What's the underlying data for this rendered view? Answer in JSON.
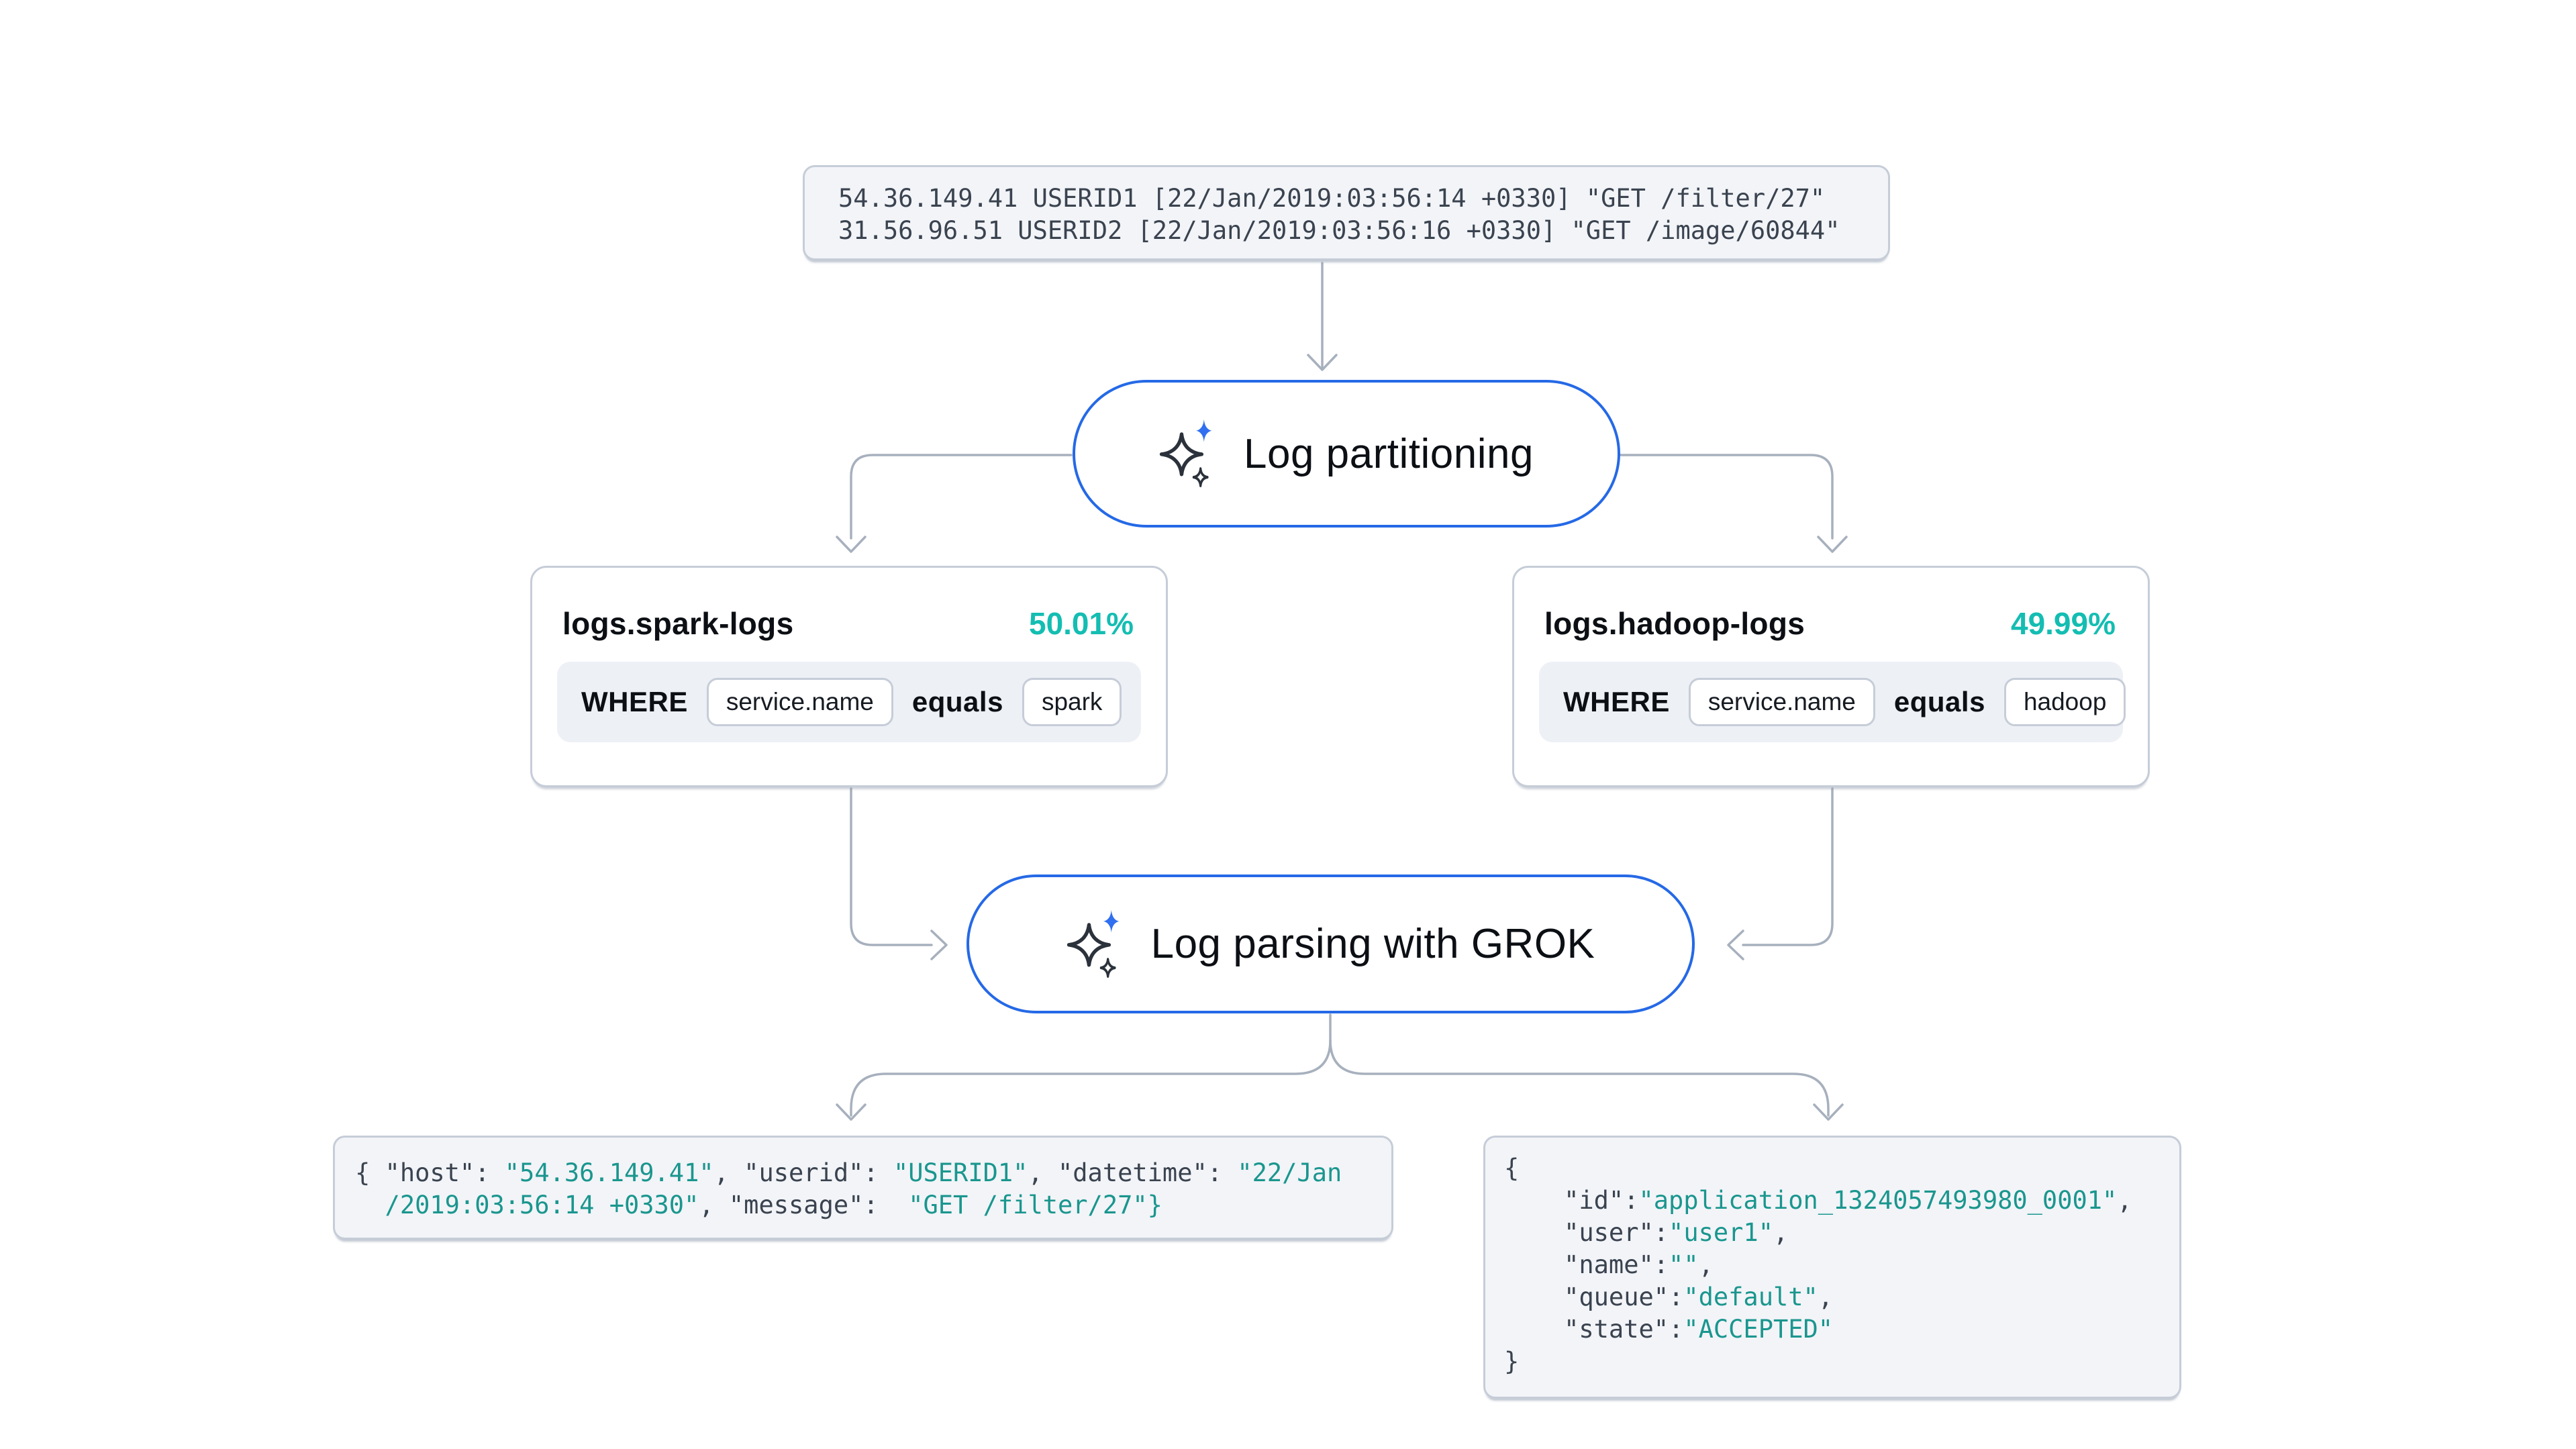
{
  "raw_log_box": {
    "line1": "54.36.149.41 USERID1 [22/Jan/2019:03:56:14 +0330] \"GET /filter/27\"",
    "line2": "31.56.96.51 USERID2 [22/Jan/2019:03:56:16 +0330] \"GET /image/60844\""
  },
  "partition_node": {
    "label": "Log partitioning",
    "icon": "sparkles-icon"
  },
  "grok_node": {
    "label": "Log parsing with GROK",
    "icon": "sparkles-icon"
  },
  "spark_dataset": {
    "title": "logs.spark-logs",
    "percent": "50.01%",
    "where": {
      "keyword": "WHERE",
      "field": "service.name",
      "operator": "equals",
      "value": "spark"
    }
  },
  "hadoop_dataset": {
    "title": "logs.hadoop-logs",
    "percent": "49.99%",
    "where": {
      "keyword": "WHERE",
      "field": "service.name",
      "operator": "equals",
      "value": "hadoop"
    }
  },
  "parsed_filter_doc": {
    "k1": "{ \"host\": ",
    "v1": "\"54.36.149.41\"",
    "k2": ", \"userid\": ",
    "v2": "\"USERID1\"",
    "k3": ", \"datetime\": ",
    "v3": "\"22/Jan",
    "v4": "  /2019:03:56:14 +0330\"",
    "k4": ", \"message\":  ",
    "v5": "\"GET /filter/27\"}"
  },
  "parsed_app_doc": {
    "open": "{",
    "id_key": "    \"id\":",
    "id_value": "\"application_1324057493980_0001\"",
    "id_comma": ",",
    "user_key": "    \"user\":",
    "user_value": "\"user1\"",
    "user_comma": ",",
    "name_key": "    \"name\":",
    "name_value": "\"\"",
    "name_comma": ",",
    "queue_key": "    \"queue\":",
    "queue_value": "\"default\"",
    "queue_comma": ",",
    "state_key": "    \"state\":",
    "state_value": "\"ACCEPTED\"",
    "close": "}"
  },
  "colors": {
    "accent_blue": "#2569e6",
    "teal_value": "#1a968e",
    "teal_percent": "#14bdb2",
    "connector_gray": "#a7b0bd",
    "code_box_bg": "#f2f4f8",
    "border_gray": "#c6cdd8"
  }
}
